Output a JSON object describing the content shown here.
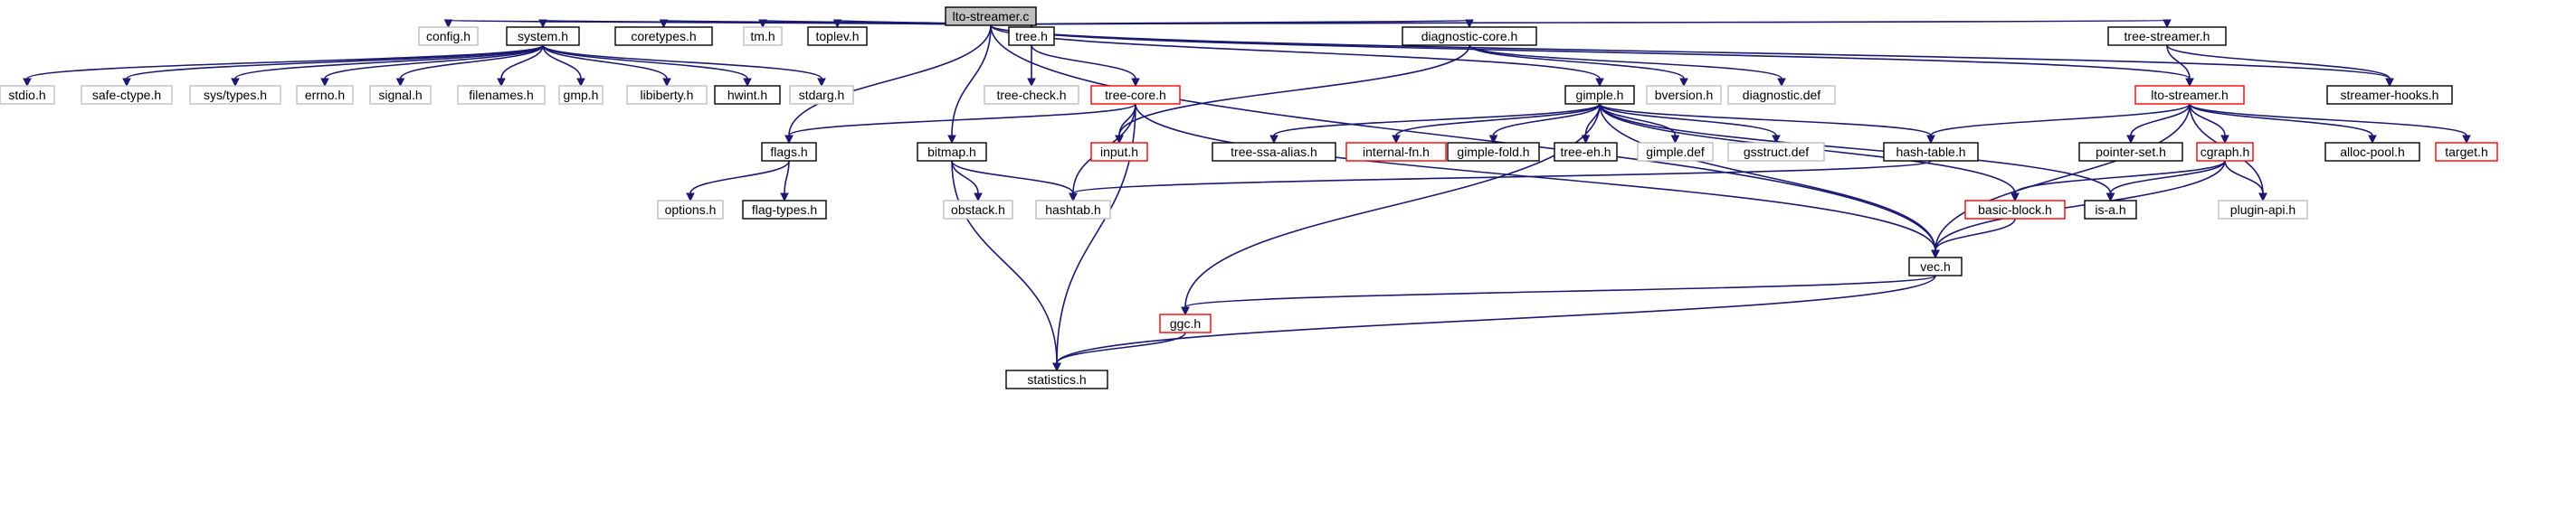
{
  "graph": {
    "title": "lto-streamer.c",
    "nodes": [
      {
        "id": "root",
        "label": "lto-streamer.c",
        "style": "root"
      },
      {
        "id": "config",
        "label": "config.h",
        "style": "gray"
      },
      {
        "id": "system",
        "label": "system.h",
        "style": "black"
      },
      {
        "id": "coretypes",
        "label": "coretypes.h",
        "style": "black"
      },
      {
        "id": "tm",
        "label": "tm.h",
        "style": "gray"
      },
      {
        "id": "toplev",
        "label": "toplev.h",
        "style": "black"
      },
      {
        "id": "tree",
        "label": "tree.h",
        "style": "black"
      },
      {
        "id": "diagcore",
        "label": "diagnostic-core.h",
        "style": "black"
      },
      {
        "id": "treestreamer",
        "label": "tree-streamer.h",
        "style": "black"
      },
      {
        "id": "stdio",
        "label": "stdio.h",
        "style": "gray"
      },
      {
        "id": "safectype",
        "label": "safe-ctype.h",
        "style": "gray"
      },
      {
        "id": "systypes",
        "label": "sys/types.h",
        "style": "gray"
      },
      {
        "id": "errno",
        "label": "errno.h",
        "style": "gray"
      },
      {
        "id": "signal",
        "label": "signal.h",
        "style": "gray"
      },
      {
        "id": "filenames",
        "label": "filenames.h",
        "style": "gray"
      },
      {
        "id": "gmp",
        "label": "gmp.h",
        "style": "gray"
      },
      {
        "id": "libiberty",
        "label": "libiberty.h",
        "style": "gray"
      },
      {
        "id": "hwint",
        "label": "hwint.h",
        "style": "black"
      },
      {
        "id": "stdarg",
        "label": "stdarg.h",
        "style": "gray"
      },
      {
        "id": "treecheck",
        "label": "tree-check.h",
        "style": "gray"
      },
      {
        "id": "treecore",
        "label": "tree-core.h",
        "style": "red"
      },
      {
        "id": "gimple",
        "label": "gimple.h",
        "style": "black"
      },
      {
        "id": "bversion",
        "label": "bversion.h",
        "style": "gray"
      },
      {
        "id": "diagdef",
        "label": "diagnostic.def",
        "style": "gray"
      },
      {
        "id": "ltostreamer",
        "label": "lto-streamer.h",
        "style": "red"
      },
      {
        "id": "streamerhooks",
        "label": "streamer-hooks.h",
        "style": "black"
      },
      {
        "id": "flags",
        "label": "flags.h",
        "style": "black"
      },
      {
        "id": "bitmap",
        "label": "bitmap.h",
        "style": "black"
      },
      {
        "id": "input",
        "label": "input.h",
        "style": "red"
      },
      {
        "id": "treessaalias",
        "label": "tree-ssa-alias.h",
        "style": "black"
      },
      {
        "id": "internalfn",
        "label": "internal-fn.h",
        "style": "red"
      },
      {
        "id": "gimplefold",
        "label": "gimple-fold.h",
        "style": "black"
      },
      {
        "id": "treeeh",
        "label": "tree-eh.h",
        "style": "black"
      },
      {
        "id": "gimpledef",
        "label": "gimple.def",
        "style": "gray"
      },
      {
        "id": "gsstruct",
        "label": "gsstruct.def",
        "style": "gray"
      },
      {
        "id": "hashtable",
        "label": "hash-table.h",
        "style": "black"
      },
      {
        "id": "pointerset",
        "label": "pointer-set.h",
        "style": "black"
      },
      {
        "id": "cgraph",
        "label": "cgraph.h",
        "style": "red"
      },
      {
        "id": "allocpool",
        "label": "alloc-pool.h",
        "style": "black"
      },
      {
        "id": "target",
        "label": "target.h",
        "style": "red"
      },
      {
        "id": "options",
        "label": "options.h",
        "style": "gray"
      },
      {
        "id": "flagtypes",
        "label": "flag-types.h",
        "style": "black"
      },
      {
        "id": "obstack",
        "label": "obstack.h",
        "style": "gray"
      },
      {
        "id": "hashtab",
        "label": "hashtab.h",
        "style": "gray"
      },
      {
        "id": "basicblock",
        "label": "basic-block.h",
        "style": "red"
      },
      {
        "id": "isa",
        "label": "is-a.h",
        "style": "black"
      },
      {
        "id": "pluginapi",
        "label": "plugin-api.h",
        "style": "gray"
      },
      {
        "id": "vec",
        "label": "vec.h",
        "style": "black"
      },
      {
        "id": "ggc",
        "label": "ggc.h",
        "style": "red"
      },
      {
        "id": "statistics",
        "label": "statistics.h",
        "style": "black"
      }
    ],
    "edges": [
      [
        "root",
        "config"
      ],
      [
        "root",
        "system"
      ],
      [
        "root",
        "coretypes"
      ],
      [
        "root",
        "tm"
      ],
      [
        "root",
        "toplev"
      ],
      [
        "root",
        "tree"
      ],
      [
        "root",
        "diagcore"
      ],
      [
        "root",
        "treestreamer"
      ],
      [
        "root",
        "streamerhooks"
      ],
      [
        "root",
        "vec"
      ],
      [
        "root",
        "flags"
      ],
      [
        "root",
        "bitmap"
      ],
      [
        "root",
        "gimple"
      ],
      [
        "root",
        "ltostreamer"
      ],
      [
        "system",
        "stdio"
      ],
      [
        "system",
        "safectype"
      ],
      [
        "system",
        "systypes"
      ],
      [
        "system",
        "errno"
      ],
      [
        "system",
        "signal"
      ],
      [
        "system",
        "filenames"
      ],
      [
        "system",
        "gmp"
      ],
      [
        "system",
        "libiberty"
      ],
      [
        "system",
        "hwint"
      ],
      [
        "system",
        "stdarg"
      ],
      [
        "tree",
        "treecheck"
      ],
      [
        "tree",
        "treecore"
      ],
      [
        "treecore",
        "flags"
      ],
      [
        "treecore",
        "input"
      ],
      [
        "treecore",
        "hashtab"
      ],
      [
        "treecore",
        "statistics"
      ],
      [
        "treecore",
        "vec"
      ],
      [
        "diagcore",
        "input"
      ],
      [
        "diagcore",
        "bversion"
      ],
      [
        "diagcore",
        "diagdef"
      ],
      [
        "treestreamer",
        "streamerhooks"
      ],
      [
        "treestreamer",
        "ltostreamer"
      ],
      [
        "flags",
        "options"
      ],
      [
        "flags",
        "flagtypes"
      ],
      [
        "bitmap",
        "obstack"
      ],
      [
        "bitmap",
        "hashtab"
      ],
      [
        "bitmap",
        "statistics"
      ],
      [
        "gimple",
        "treessaalias"
      ],
      [
        "gimple",
        "internalfn"
      ],
      [
        "gimple",
        "gimplefold"
      ],
      [
        "gimple",
        "treeeh"
      ],
      [
        "gimple",
        "gimpledef"
      ],
      [
        "gimple",
        "gsstruct"
      ],
      [
        "gimple",
        "hashtable"
      ],
      [
        "gimple",
        "basicblock"
      ],
      [
        "gimple",
        "isa"
      ],
      [
        "gimple",
        "vec"
      ],
      [
        "gimple",
        "ggc"
      ],
      [
        "ltostreamer",
        "hashtable"
      ],
      [
        "ltostreamer",
        "pointerset"
      ],
      [
        "ltostreamer",
        "cgraph"
      ],
      [
        "ltostreamer",
        "allocpool"
      ],
      [
        "ltostreamer",
        "target"
      ],
      [
        "ltostreamer",
        "pluginapi"
      ],
      [
        "ltostreamer",
        "vec"
      ],
      [
        "hashtable",
        "hashtab"
      ],
      [
        "cgraph",
        "basicblock"
      ],
      [
        "cgraph",
        "isa"
      ],
      [
        "cgraph",
        "pluginapi"
      ],
      [
        "cgraph",
        "vec"
      ],
      [
        "basicblock",
        "vec"
      ],
      [
        "vec",
        "ggc"
      ],
      [
        "vec",
        "statistics"
      ],
      [
        "ggc",
        "statistics"
      ]
    ]
  }
}
